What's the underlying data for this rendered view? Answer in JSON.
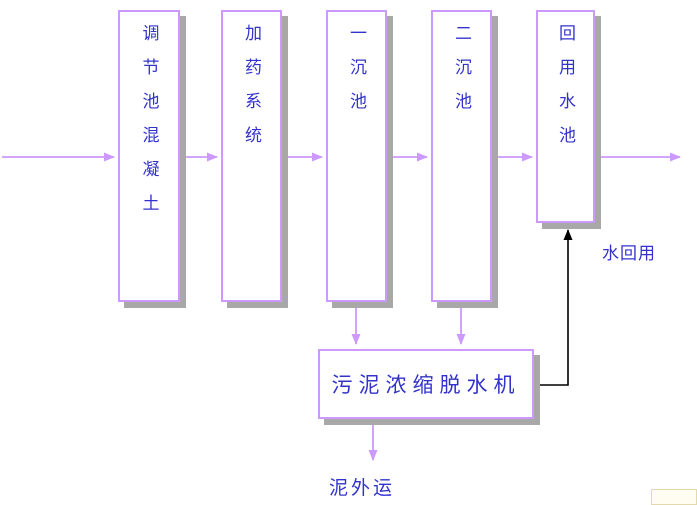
{
  "diagram": {
    "title_hint": "wastewater-treatment-process-flow",
    "boxes": [
      {
        "label": "调节池混凝土"
      },
      {
        "label": "加药系统"
      },
      {
        "label": "一沉池"
      },
      {
        "label": "二沉池"
      },
      {
        "label": "回用水池"
      },
      {
        "label": "污泥浓缩脱水机"
      }
    ],
    "labels": {
      "water_reuse": "水回用",
      "sludge_out": "泥外运"
    },
    "flow": [
      "inlet -> 调节池混凝土",
      "调节池混凝土 -> 加药系统",
      "加药系统 -> 一沉池",
      "一沉池 -> 二沉池",
      "二沉池 -> 回用水池",
      "回用水池 -> outlet",
      "一沉池 -> 污泥浓缩脱水机",
      "二沉池 -> 污泥浓缩脱水机",
      "污泥浓缩脱水机 -> 回用水池 (水回用)",
      "污泥浓缩脱水机 -> 泥外运"
    ],
    "colors": {
      "box_border": "#cc99ff",
      "box_fill": "#ffffff",
      "shadow": "#a8a8a8",
      "text": "#3333cc",
      "arrow": "#cc99ff",
      "return_arrow": "#000000",
      "background": "#ffffff"
    }
  }
}
